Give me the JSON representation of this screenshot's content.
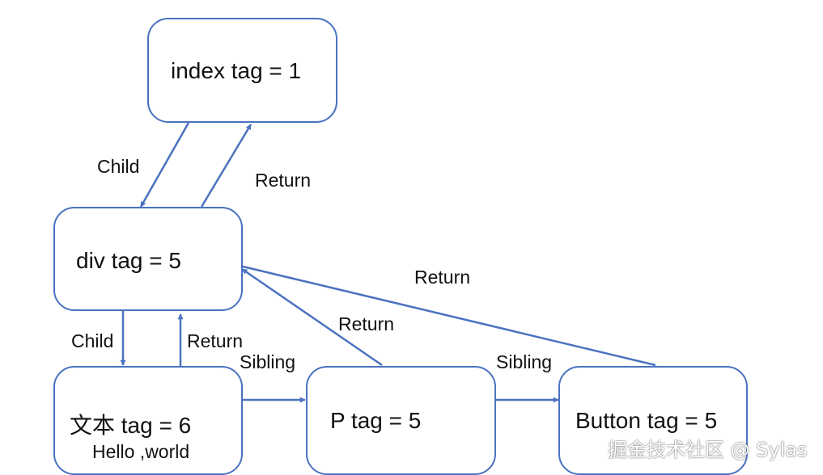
{
  "nodes": {
    "index": {
      "label": "index tag = 1"
    },
    "div": {
      "label": "div tag = 5"
    },
    "text": {
      "label": "文本  tag = 6",
      "sublabel": "Hello ,world"
    },
    "p": {
      "label": "P tag = 5"
    },
    "button": {
      "label": "Button tag = 5"
    }
  },
  "edges": {
    "index_div_child": "Child",
    "div_index_return": "Return",
    "button_div_return": "Return",
    "p_div_return": "Return",
    "div_text_child": "Child",
    "text_div_return": "Return",
    "text_p_sibling": "Sibling",
    "p_button_sibling": "Sibling"
  },
  "colors": {
    "stroke": "#4a72c0",
    "text": "#111111"
  },
  "watermark": "掘金技术社区 @ Sylas"
}
